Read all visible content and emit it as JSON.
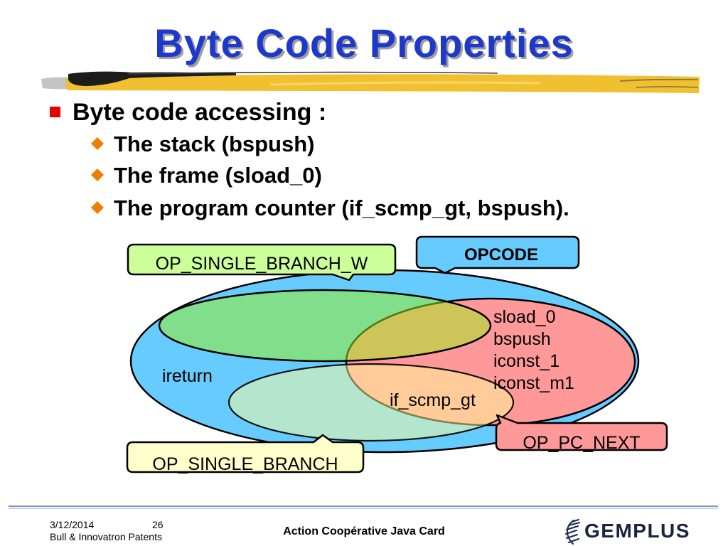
{
  "slide": {
    "title": "Byte Code Properties",
    "bullet": {
      "text": "Byte code accessing :",
      "sub_bullets": [
        "The stack (bspush)",
        "The frame (sload_0)",
        "The program counter (if_scmp_gt, bspush)."
      ]
    },
    "diagram": {
      "red_set_items": [
        "sload_0",
        "bspush",
        "iconst_1",
        "iconst_m1"
      ],
      "blue_set_item": "ireturn",
      "overlap_item": "if_scmp_gt",
      "callouts": {
        "op_single_branch_w": "OP_SINGLE_BRANCH_W",
        "opcode": "OPCODE",
        "op_single_branch": "OP_SINGLE_BRANCH",
        "op_pc_next": "OP_PC_NEXT"
      }
    }
  },
  "footer": {
    "date": "3/12/2014",
    "page_number": "26",
    "company": "Bull & Innovatron Patents",
    "center_text": "Action Coopérative Java Card",
    "logo_text": "GEMPLUS"
  },
  "colors": {
    "title": "#1f38cc",
    "bullet": "#e80000",
    "sub_bullet": "#f07c00",
    "brush": "#f0c030",
    "opcode_set": "#66ccff",
    "pc_next_set": "#ff9999",
    "single_branch_w_set": "#9bf21a",
    "single_branch_set": "#ffff99",
    "callout_single_branch_w": "#ccff99",
    "callout_opcode": "#66ccff",
    "callout_single_branch": "#ffffcc",
    "callout_pc_next": "#ff9999"
  },
  "icons": {
    "bullet": "red-square-bullet-icon",
    "sub_bullet": "orange-diamond-bullet-icon",
    "logo": "gemplus-logo-icon"
  }
}
